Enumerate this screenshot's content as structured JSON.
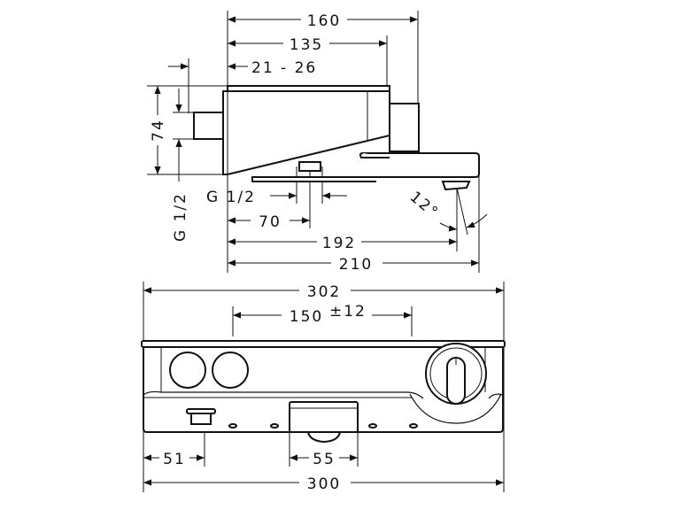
{
  "side_view": {
    "dim_total_depth": "160",
    "dim_body_depth": "135",
    "dim_wall_offset": "21 - 26",
    "dim_height": "74",
    "dim_inlet_vertical": "G 1/2",
    "dim_outlet_thread": "G 1/2",
    "dim_outlet_position": "70",
    "dim_spout_reach": "192",
    "dim_spout_length": "210",
    "dim_spout_angle": "12°"
  },
  "front_view": {
    "dim_overall_width": "302",
    "dim_centers": "150",
    "dim_centers_tolerance": "±12",
    "dim_connector_offset": "51",
    "dim_spout_width": "55",
    "dim_body_width": "300"
  },
  "colors": {
    "line": "#111111",
    "background": "#ffffff"
  }
}
